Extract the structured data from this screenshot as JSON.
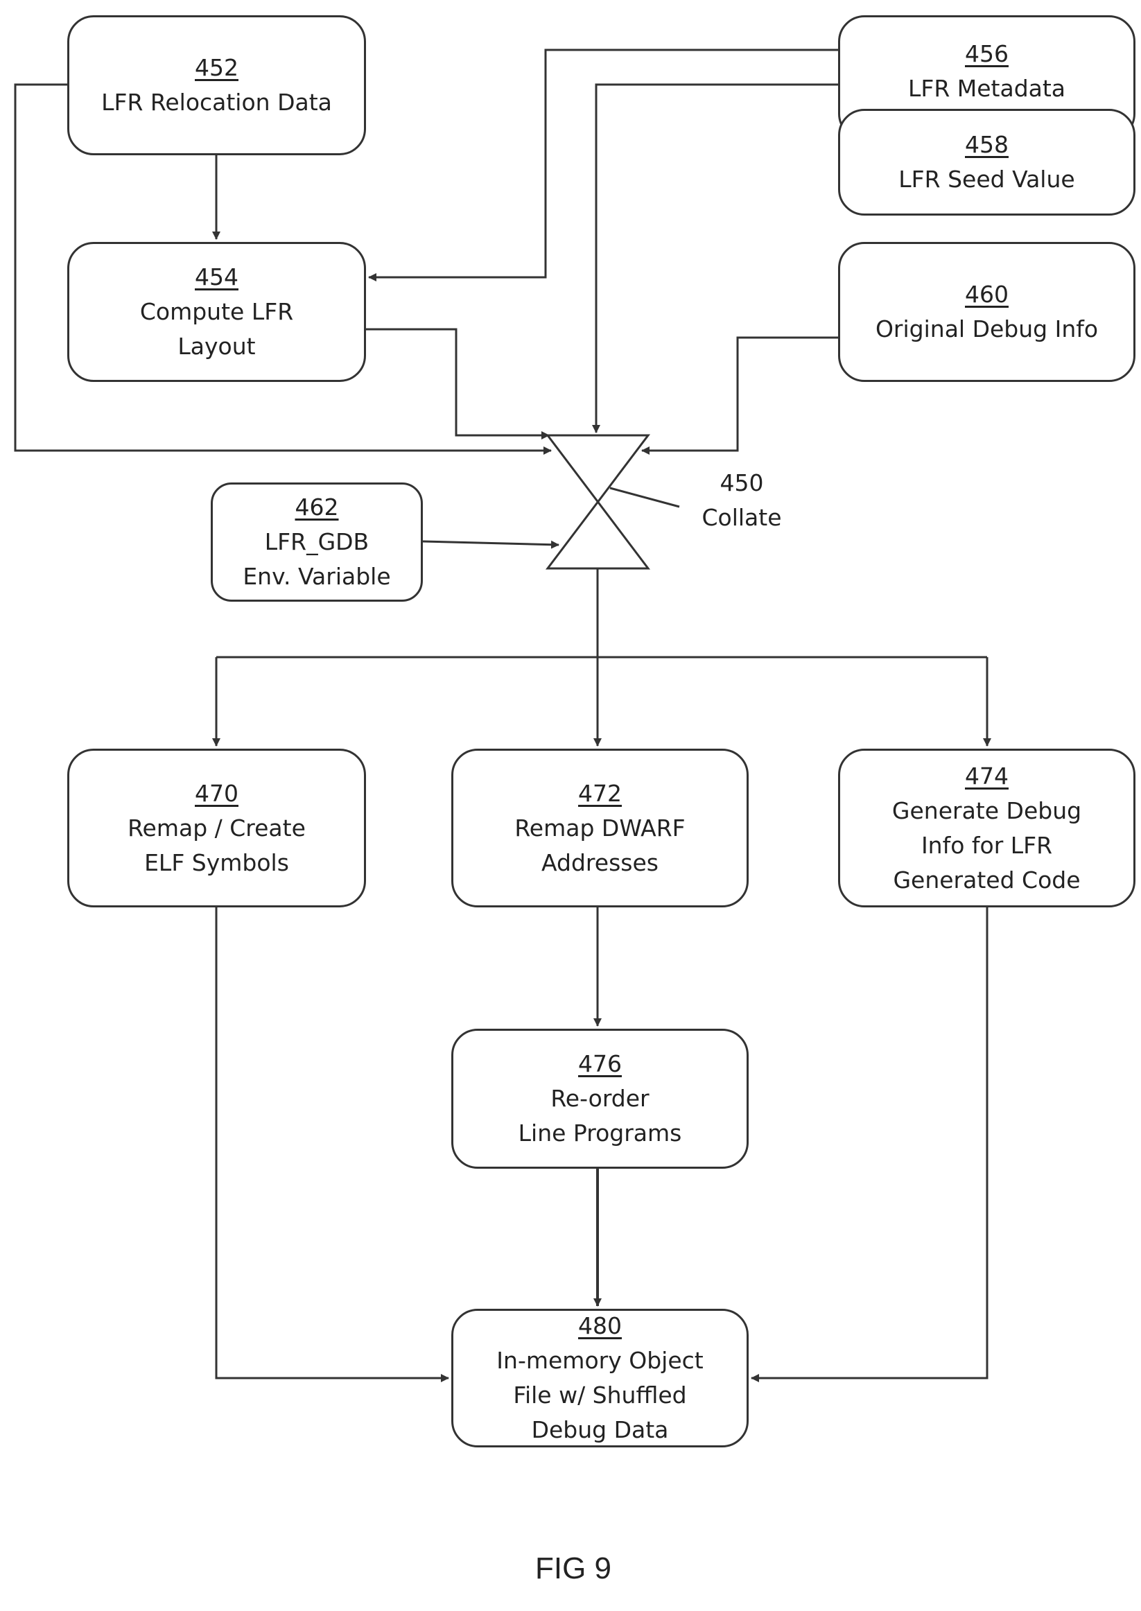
{
  "figure_label": "FIG 9",
  "collate": {
    "number": "450",
    "label": "Collate"
  },
  "boxes": {
    "b452": {
      "number": "452",
      "lines": [
        "LFR Relocation Data"
      ]
    },
    "b454": {
      "number": "454",
      "lines": [
        "Compute LFR",
        "Layout"
      ]
    },
    "b456": {
      "number": "456",
      "lines": [
        "LFR Metadata"
      ]
    },
    "b458": {
      "number": "458",
      "lines": [
        "LFR Seed Value"
      ]
    },
    "b460": {
      "number": "460",
      "lines": [
        "Original Debug Info"
      ]
    },
    "b462": {
      "number": "462",
      "lines": [
        "LFR_GDB",
        "Env. Variable"
      ]
    },
    "b470": {
      "number": "470",
      "lines": [
        "Remap / Create",
        "ELF Symbols"
      ]
    },
    "b472": {
      "number": "472",
      "lines": [
        "Remap DWARF",
        "Addresses"
      ]
    },
    "b474": {
      "number": "474",
      "lines": [
        "Generate Debug",
        "Info for LFR",
        "Generated Code"
      ]
    },
    "b476": {
      "number": "476",
      "lines": [
        "Re-order",
        "Line Programs"
      ]
    },
    "b480": {
      "number": "480",
      "lines": [
        "In-memory Object",
        "File w/ Shuffled",
        "Debug Data"
      ]
    }
  }
}
